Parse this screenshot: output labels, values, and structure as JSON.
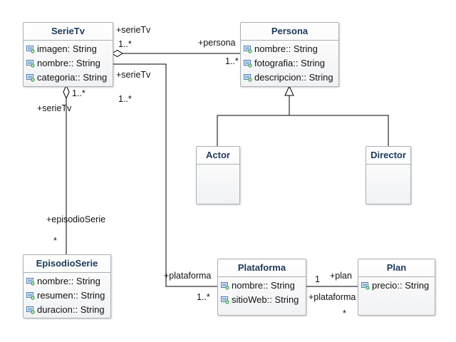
{
  "classes": {
    "serietv": {
      "name": "SerieTv",
      "attributes": [
        "imagen: String",
        "nombre:: String",
        "categoria:: String"
      ]
    },
    "persona": {
      "name": "Persona",
      "attributes": [
        "nombre:: String",
        "fotografia:: String",
        "descripcion:: String"
      ]
    },
    "actor": {
      "name": "Actor",
      "attributes": []
    },
    "director": {
      "name": "Director",
      "attributes": []
    },
    "episodioserie": {
      "name": "EpisodioSerie",
      "attributes": [
        "nombre:: String",
        "resumen:: String",
        "duracion:: String"
      ]
    },
    "plataforma": {
      "name": "Plataforma",
      "attributes": [
        "nombre:: String",
        "sitioWeb:: String"
      ]
    },
    "plan": {
      "name": "Plan",
      "attributes": [
        "precio:: String"
      ]
    }
  },
  "associations": {
    "serie_persona": {
      "role_a": "+serieTv",
      "mult_a": "1..*",
      "role_b": "+persona",
      "mult_b": "1..*"
    },
    "serie_episodio": {
      "role_a": "+serieTv",
      "mult_a": "1..*",
      "role_b": "+episodioSerie",
      "mult_b": "*"
    },
    "serie_plataforma": {
      "role_a": "+serieTv",
      "mult_a": "1..*",
      "role_b": "+plataforma",
      "mult_b": "1..*"
    },
    "plataforma_plan": {
      "role_a": "+plan",
      "mult_a": "1",
      "role_b": "+plataforma",
      "mult_b": "*"
    }
  },
  "colors": {
    "class_name": "#1d3a5a",
    "border": "#a9b0b6",
    "line": "#000000"
  },
  "icons": {
    "attribute": "public-attribute-icon"
  }
}
